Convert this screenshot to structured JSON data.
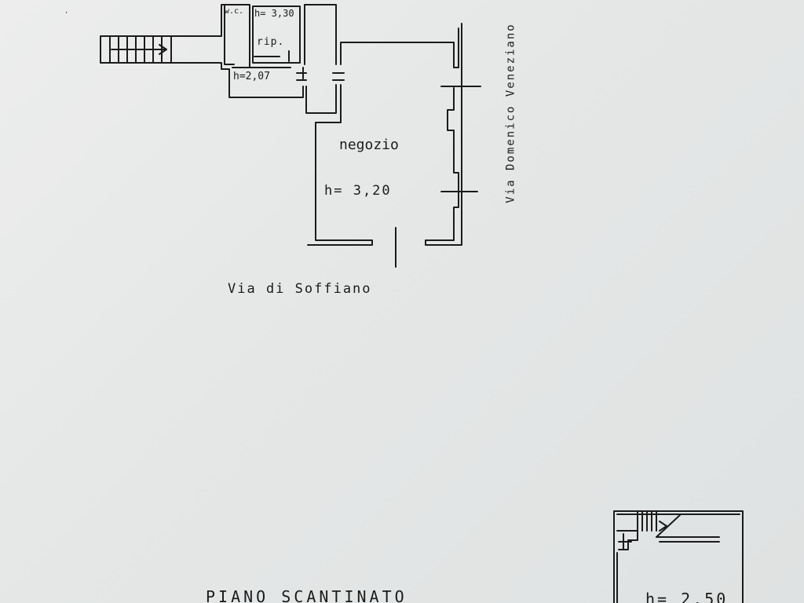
{
  "ground_floor": {
    "wc_label": "w.c.",
    "ripostiglio_height": "h= 3,30",
    "ripostiglio_label": "rip.",
    "corridor_height": "h=2,07",
    "shop_label": "negozio",
    "shop_height": "h= 3,20",
    "street_south": "Via di Soffiano",
    "street_east": "Via Domenico Veneziano",
    "stamp_mark": "ʹ"
  },
  "basement": {
    "title": "PIANO SCANTINATO",
    "height": "h= 2,50"
  },
  "colors": {
    "paper": "#e6e8e8",
    "ink": "#1b1b1b"
  }
}
